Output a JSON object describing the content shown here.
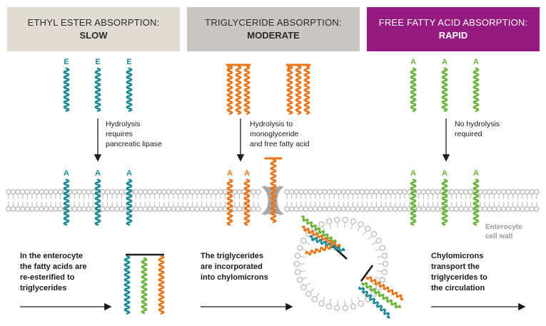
{
  "headers": [
    {
      "line1": "ETHYL ESTER ABSORPTION:",
      "line2": "SLOW",
      "bg": "#e2dbd1",
      "fg": "#2b2b2b"
    },
    {
      "line1": "TRIGLYCERIDE ABSORPTION:",
      "line2": "MODERATE",
      "bg": "#cac5c1",
      "fg": "#2b2b2b"
    },
    {
      "line1": "FREE FATTY ACID ABSORPTION:",
      "line2": "RAPID",
      "bg": "#951b80",
      "fg": "#ffffff"
    }
  ],
  "chain_labels": {
    "ester": "E",
    "acid": "A"
  },
  "hydrolysis_notes": [
    [
      "Hydrolysis",
      "requires",
      "pancreatic lipase"
    ],
    [
      "Hydrolysis to",
      "monoglyceride",
      "and free fatty acid"
    ],
    [
      "No hydrolysis",
      "required"
    ]
  ],
  "wall_label": [
    "Enterocyte",
    "cell wall"
  ],
  "descriptions": [
    [
      "In the enterocyte",
      "the fatty acids are",
      "re-esterified to",
      "triglycerides"
    ],
    [
      "The triglycerides",
      "are incorporated",
      "into chylomicrons"
    ],
    [
      "Chylomicrons",
      "transport the",
      "triglycerides to",
      "the circulation"
    ]
  ],
  "colors": {
    "teal": "#1b8a96",
    "orange": "#e8751a",
    "green": "#6bb43a",
    "membrane": "#bcbab6",
    "black": "#1a1a1a"
  }
}
